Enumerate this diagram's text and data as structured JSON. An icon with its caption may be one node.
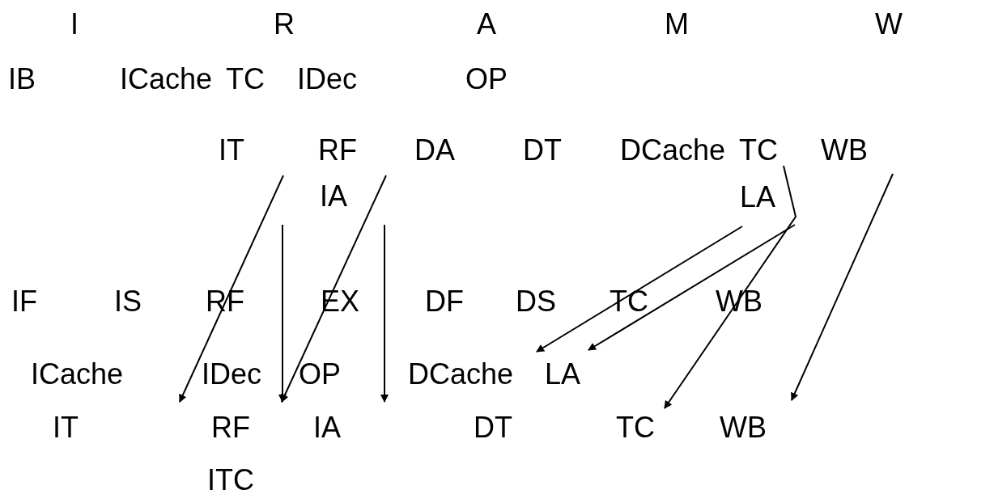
{
  "diagram": {
    "nodes": [
      {
        "text": [
          "IT"
        ]
      },
      {
        "text": [
          "TC"
        ]
      },
      {
        "text": [
          "WB"
        ]
      },
      {
        "text": [
          "IA"
        ]
      },
      {
        "text": [
          "LA"
        ]
      },
      {
        "text": [
          "DCache"
        ]
      },
      {
        "text": [
          "LA"
        ]
      },
      {
        "text": [
          "RF"
        ]
      },
      {
        "text": [
          "IA"
        ]
      },
      {
        "text": [
          "TC"
        ]
      },
      {
        "text": [
          "WB"
        ]
      }
    ],
    "edges": [
      {
        "from": 0,
        "to": 7,
        "arrow": "to"
      },
      {
        "from": 3,
        "to": 8,
        "arrow": "to"
      },
      {
        "from": null,
        "to": 8,
        "arrow": "to"
      },
      {
        "from": null,
        "to": 5,
        "arrow": "to"
      },
      {
        "from": 4,
        "to": 6,
        "arrow": "to"
      },
      {
        "from": 4,
        "to": 6,
        "arrow": "to"
      },
      {
        "from": 1,
        "to": 9,
        "arrow": "to"
      },
      {
        "from": 2,
        "to": 10,
        "arrow": "to"
      }
    ],
    "labels": [
      "I",
      "R",
      "A",
      "M",
      "W",
      "IB",
      "ICache",
      "TC",
      "IDec",
      "OP",
      "RF",
      "DA",
      "DT",
      "DCache",
      "IF",
      "IS",
      "RF",
      "EX",
      "DF",
      "DS",
      "TC",
      "WB",
      "ICache",
      "IDec",
      "OP",
      "IT",
      "DT",
      "ITC"
    ]
  }
}
